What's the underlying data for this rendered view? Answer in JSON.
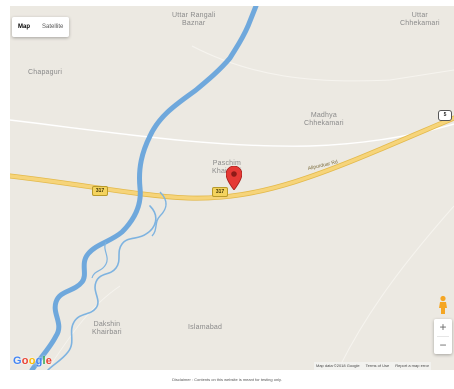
{
  "map": {
    "type_control": {
      "map_label": "Map",
      "satellite_label": "Satellite"
    },
    "places": {
      "uttar_rangali_baznar": [
        "Uttar Rangali",
        "Baznar"
      ],
      "uttar_chhekamari": [
        "Uttar",
        "Chhekamari"
      ],
      "chapaguri": [
        "Chapaguri"
      ],
      "madhya_chhekamari": [
        "Madhya",
        "Chhekamari"
      ],
      "paschim_khairbari": [
        "Paschim",
        "Khairbari"
      ],
      "dakshin_khairbari": [
        "Dakshin",
        "Khairbari"
      ],
      "islamabad": [
        "Islamabad"
      ]
    },
    "road_label": "Alipurduar Rd",
    "route_shields": {
      "west": "317",
      "center": "317",
      "east": "5"
    },
    "colors": {
      "land": "#ece9e2",
      "river": "#6fa8dc",
      "road": "#f6d47a",
      "road_casing": "#e3b94a",
      "minor_road": "#ffffff",
      "marker": "#e53935"
    },
    "icons": {
      "marker": "map-pin-icon",
      "pegman": "pegman-icon"
    },
    "zoom": {
      "in_label": "+",
      "out_label": "−"
    },
    "logo": "Google",
    "attribution": {
      "map_data": "Map data ©2018 Google",
      "terms": "Terms of Use",
      "report": "Report a map error"
    }
  },
  "disclaimer": "Disclaimer : Contents on this website is meant for testing only."
}
